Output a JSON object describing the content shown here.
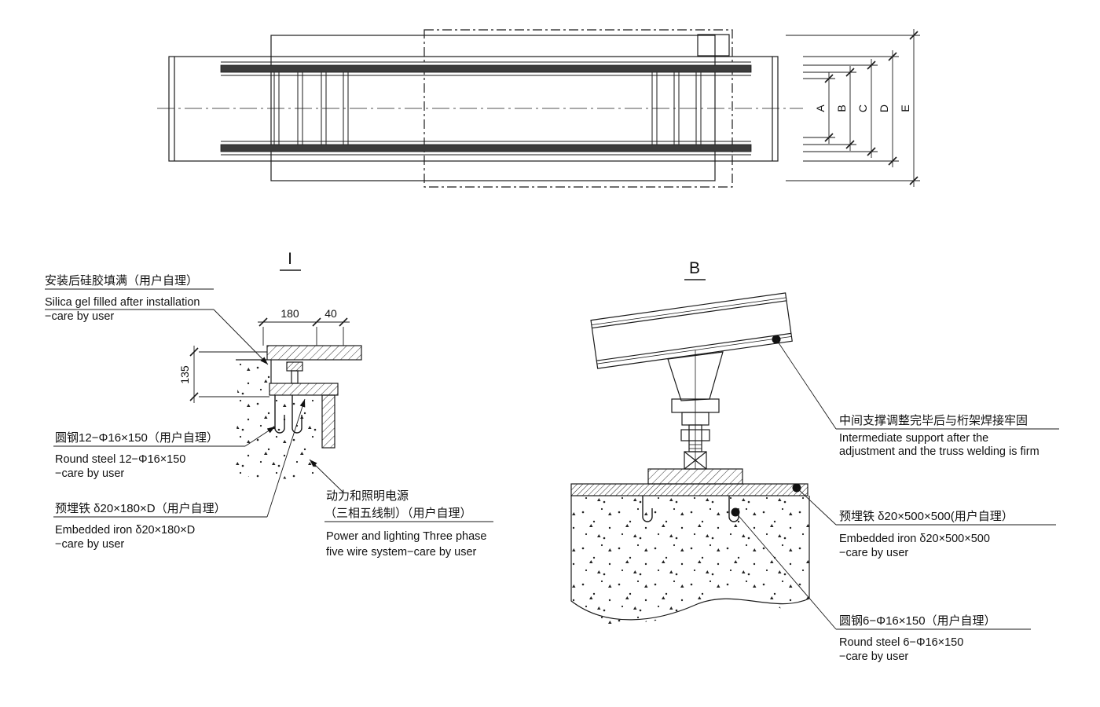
{
  "page": {
    "background": "#ffffff",
    "line_color": "#1a1a1a"
  },
  "top_view": {
    "dim_labels": [
      "A",
      "B",
      "C",
      "D",
      "E"
    ]
  },
  "detail_i": {
    "title": "I",
    "dims": {
      "width_main": "180",
      "width_side": "40",
      "height": "135"
    },
    "labels": {
      "silica_cn": "安装后硅胶填满（用户自理）",
      "silica_en1": "Silica gel filled after installation",
      "silica_en2": "−care by user",
      "round_steel_cn": "圆钢12−Φ16×150（用户自理）",
      "round_steel_en1": "Round steel 12−Φ16×150",
      "round_steel_en2": "−care by user",
      "embedded_iron_cn": "预埋铁 δ20×180×D（用户自理）",
      "embedded_iron_en1": "Embedded iron  δ20×180×D",
      "embedded_iron_en2": "−care by user",
      "power_cn1": "动力和照明电源",
      "power_cn2": "（三相五线制）（用户自理）",
      "power_en1": "Power and lighting Three phase",
      "power_en2": "five wire system−care by user"
    }
  },
  "detail_b": {
    "title": "B",
    "labels": {
      "support_cn": "中间支撑调整完毕后与桁架焊接牢固",
      "support_en1": "Intermediate support after the",
      "support_en2": "adjustment and the truss welding is firm",
      "embedded_iron_cn": "预埋铁 δ20×500×500(用户自理）",
      "embedded_iron_en1": "Embedded iron  δ20×500×500",
      "embedded_iron_en2": "−care by user",
      "round_steel_cn": "圆钢6−Φ16×150（用户自理）",
      "round_steel_en1": "Round steel 6−Φ16×150",
      "round_steel_en2": "−care by user"
    }
  }
}
